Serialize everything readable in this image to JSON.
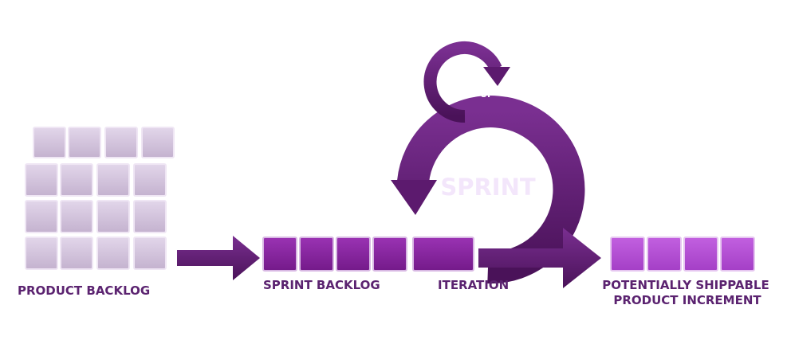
{
  "labels": {
    "product_backlog": "PRODUCT BACKLOG",
    "sprint_backlog": "SPRINT BACKLOG",
    "iteration": "ITERATION",
    "sprint": "SPRINT",
    "daily_line1": "DAILY",
    "daily_line2": "STAND UP",
    "increment_line1": "POTENTIALLY SHIPPABLE",
    "increment_line2": "PRODUCT INCREMENT"
  },
  "colors": {
    "backlog_tile": "#cdbed6",
    "sprint_tile": "#86239c",
    "increment_tile": "#b04ad1",
    "arrow": "#5c1a6e",
    "text": "#5b2370",
    "sprint_text": "#f3e6fb",
    "daily_text": "#ffffff"
  }
}
